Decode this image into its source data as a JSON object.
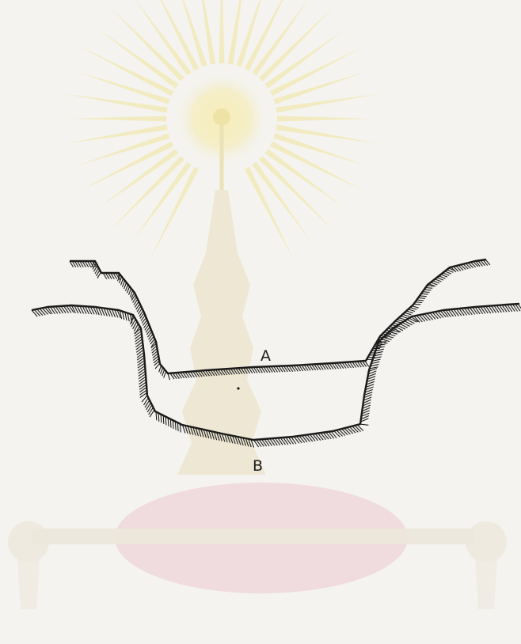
{
  "diagram": {
    "labels": {
      "a": "A",
      "b": "B"
    },
    "watermark": {
      "type": "university-emblem",
      "description_icon": "phra-kiao-emblem-icon"
    },
    "colors": {
      "paper": "#f4f3ef",
      "ink": "#1b1b1b",
      "watermark_glow": "#f6ecae",
      "watermark_ray": "#f1e49a",
      "watermark_body": "#ece3c4",
      "watermark_base": "#efd3d8"
    }
  }
}
